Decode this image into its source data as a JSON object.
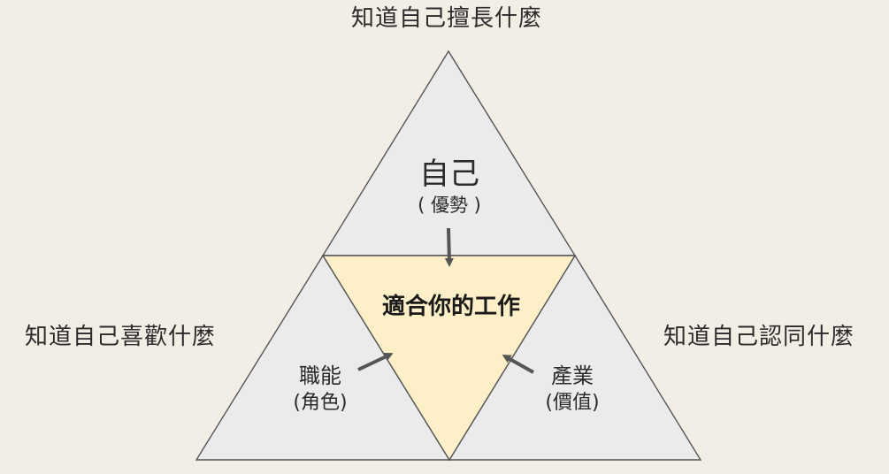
{
  "colors": {
    "background": "#f2ede5",
    "outer_triangle_fill": "#ebebeb",
    "center_triangle_fill": "#fdf0c8",
    "stroke": "#555555",
    "arrow": "#555555"
  },
  "outer_labels": {
    "top": "知道自己擅長什麼",
    "left": "知道自己喜歡什麼",
    "right": "知道自己認同什麼"
  },
  "sections": {
    "self": {
      "title": "自己",
      "subtitle": "( 優勢 )"
    },
    "role": {
      "title": "職能",
      "subtitle": "(角色)"
    },
    "industry": {
      "title": "產業",
      "subtitle": "(價值)"
    },
    "center": {
      "title": "適合你的工作"
    }
  }
}
